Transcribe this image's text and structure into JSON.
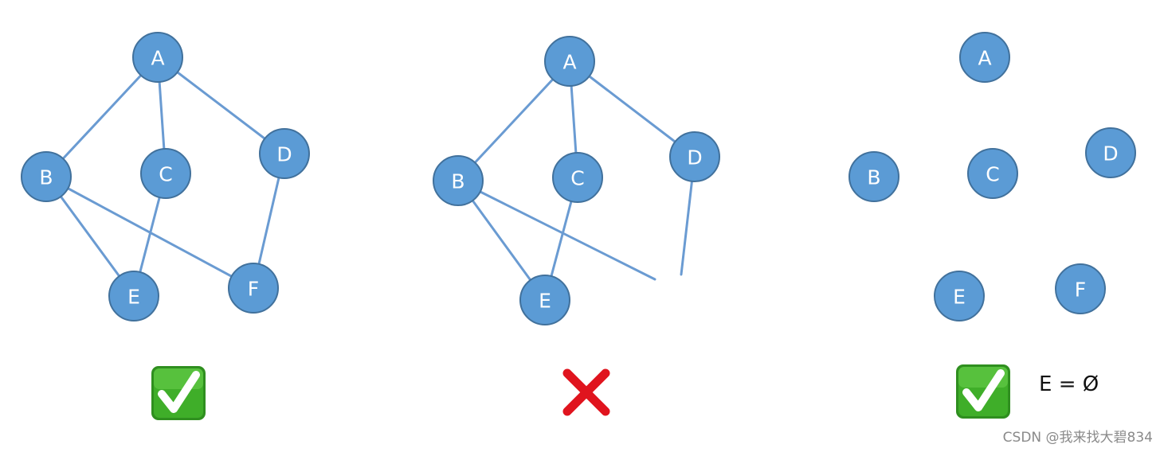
{
  "graphs": [
    {
      "id": "graph-1",
      "verdict": "check",
      "nodes": [
        "A",
        "B",
        "C",
        "D",
        "E",
        "F"
      ],
      "edges": [
        [
          "A",
          "B"
        ],
        [
          "A",
          "C"
        ],
        [
          "A",
          "D"
        ],
        [
          "B",
          "E"
        ],
        [
          "B",
          "F"
        ],
        [
          "C",
          "E"
        ],
        [
          "D",
          "F"
        ]
      ]
    },
    {
      "id": "graph-2",
      "verdict": "cross",
      "nodes": [
        "A",
        "B",
        "C",
        "D",
        "E"
      ],
      "edges": [
        [
          "A",
          "B"
        ],
        [
          "A",
          "C"
        ],
        [
          "A",
          "D"
        ],
        [
          "B",
          "E"
        ],
        [
          "C",
          "E"
        ]
      ],
      "dangling_edges_from": [
        "B",
        "D"
      ]
    },
    {
      "id": "graph-3",
      "verdict": "check",
      "nodes": [
        "A",
        "B",
        "C",
        "D",
        "E",
        "F"
      ],
      "edges": [],
      "edge_set_label": "E = Ø"
    }
  ],
  "colors": {
    "node_fill": "#5b9bd5",
    "node_stroke": "#41719c",
    "edge": "#6a9bd2",
    "check_green": "#3fae29",
    "cross_red": "#e0141e"
  },
  "icons": {
    "check": "check-mark-icon",
    "cross": "cross-mark-icon"
  },
  "watermark": "CSDN @我来找大碧834"
}
